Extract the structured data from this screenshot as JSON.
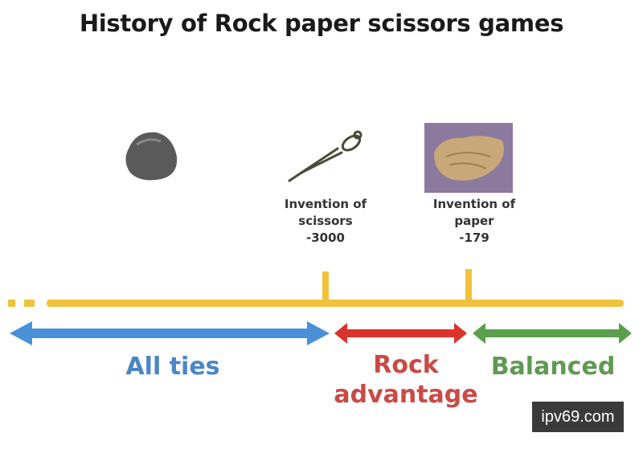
{
  "title": "History of Rock paper scissors games",
  "events": [
    {
      "line1": "Invention of",
      "line2": "scissors",
      "year": "-3000"
    },
    {
      "line1": "Invention of",
      "line2": "paper",
      "year": "-179"
    }
  ],
  "periods": [
    {
      "label": "All ties",
      "color": "#4a90d9"
    },
    {
      "label_line1": "Rock",
      "label_line2": "advantage",
      "color": "#d9342b"
    },
    {
      "label": "Balanced",
      "color": "#5aa04a"
    }
  ],
  "timeline_color": "#f0c23c",
  "watermark": "ipv69.com"
}
